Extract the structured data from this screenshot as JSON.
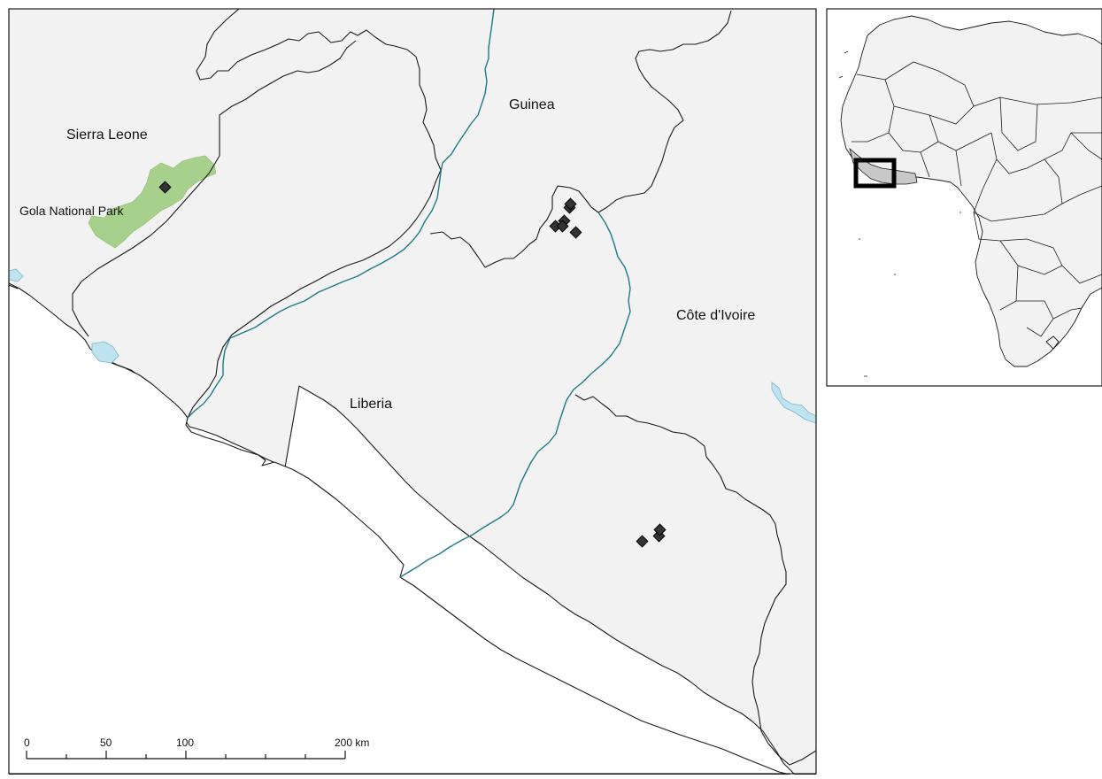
{
  "main_map": {
    "labels": {
      "sierra_leone": "Sierra Leone",
      "guinea": "Guinea",
      "cote_divoire": "Côte d'Ivoire",
      "liberia": "Liberia",
      "gola_park": "Gola National Park"
    },
    "scale_bar": {
      "ticks": [
        "0",
        "50",
        "100",
        "200 km"
      ]
    },
    "colors": {
      "land": "#f2f2f2",
      "sea": "#ffffff",
      "park": "#a8d08d",
      "river": "#1f7a8a",
      "lake": "#bfe3ef",
      "marker": "#333333"
    }
  },
  "inset_map": {
    "highlighted_region": "Liberia",
    "colors": {
      "land": "#f2f2f2",
      "highlight": "#c8c8c8",
      "frame": "#000000"
    }
  }
}
